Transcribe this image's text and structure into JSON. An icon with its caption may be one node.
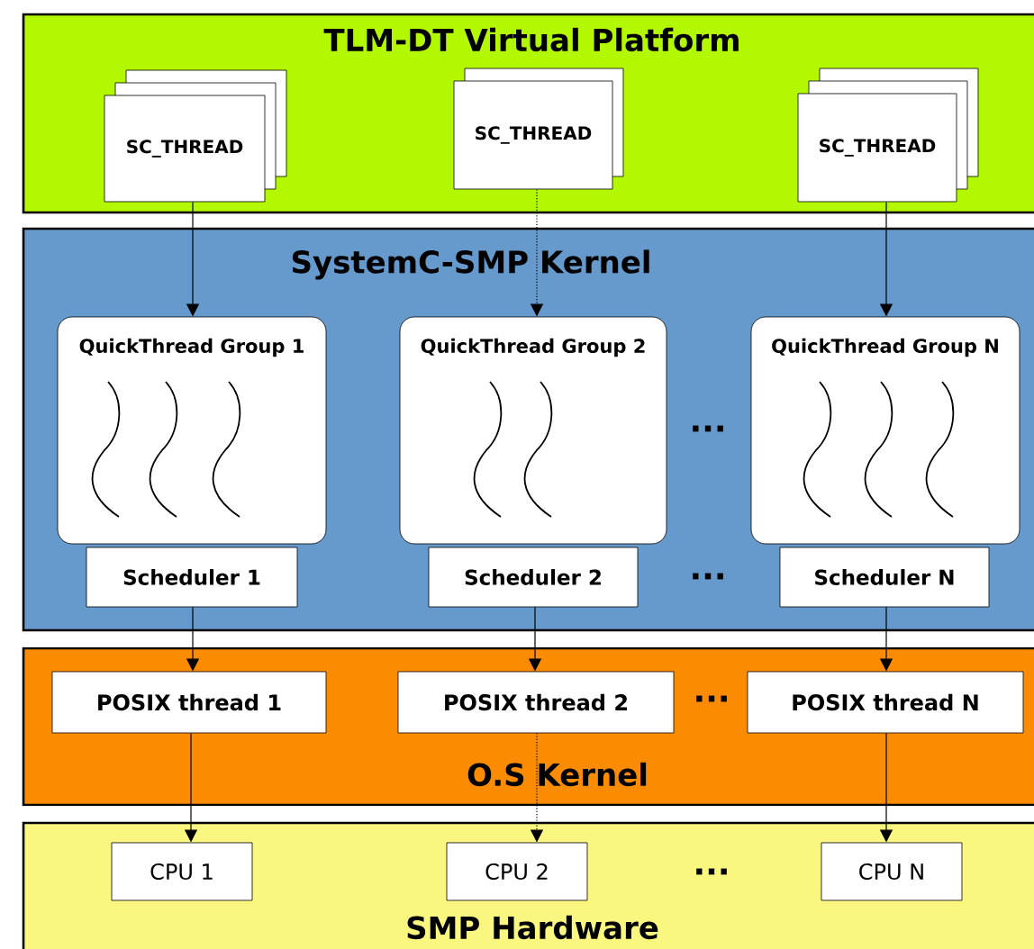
{
  "diagram": {
    "nodes": [
      {
        "text": [
          "TLM-DT Virtual Platform"
        ]
      },
      {
        "text": [
          "SC_THREAD"
        ],
        "in": 0
      },
      {
        "text": [
          "SC_THREAD"
        ],
        "in": 0
      },
      {
        "text": [
          "SC_THREAD"
        ],
        "in": 0
      },
      {
        "text": [
          "SystemC-SMP Kernel"
        ]
      },
      {
        "text": [
          "QuickThread Group 1"
        ],
        "in": 4
      },
      {
        "text": [
          "QuickThread Group 2"
        ],
        "in": 4
      },
      {
        "text": [
          "QuickThread Group N"
        ],
        "in": 4
      },
      {
        "text": [
          "Scheduler 1"
        ],
        "in": 4
      },
      {
        "text": [
          "Scheduler 2"
        ],
        "in": 4
      },
      {
        "text": [
          "Scheduler N"
        ],
        "in": 4
      },
      {
        "text": [
          "O.S Kernel"
        ]
      },
      {
        "text": [
          "POSIX thread 1"
        ],
        "in": 11
      },
      {
        "text": [
          "POSIX thread 2"
        ],
        "in": 11
      },
      {
        "text": [
          "POSIX thread N"
        ],
        "in": 11
      },
      {
        "text": [
          "SMP Hardware"
        ]
      },
      {
        "text": [
          "CPU 1"
        ],
        "in": 15
      },
      {
        "text": [
          "CPU 2"
        ],
        "in": 15
      },
      {
        "text": [
          "CPU N"
        ],
        "in": 15
      }
    ],
    "edges": [
      {
        "from": 1,
        "to": 5,
        "arrow": "to"
      },
      {
        "from": 2,
        "to": 6,
        "arrow": "to",
        "style": "dashed"
      },
      {
        "from": 3,
        "to": 7,
        "arrow": "to"
      },
      {
        "from": 8,
        "to": 12,
        "arrow": "to"
      },
      {
        "from": 9,
        "to": 13,
        "arrow": "to"
      },
      {
        "from": 10,
        "to": 14,
        "arrow": "to"
      },
      {
        "from": 12,
        "to": 16,
        "arrow": "to"
      },
      {
        "from": 13,
        "to": 17,
        "arrow": "to",
        "style": "dashed"
      },
      {
        "from": 14,
        "to": 18,
        "arrow": "to"
      }
    ],
    "labels": [
      "...",
      "...",
      "...",
      "..."
    ]
  }
}
